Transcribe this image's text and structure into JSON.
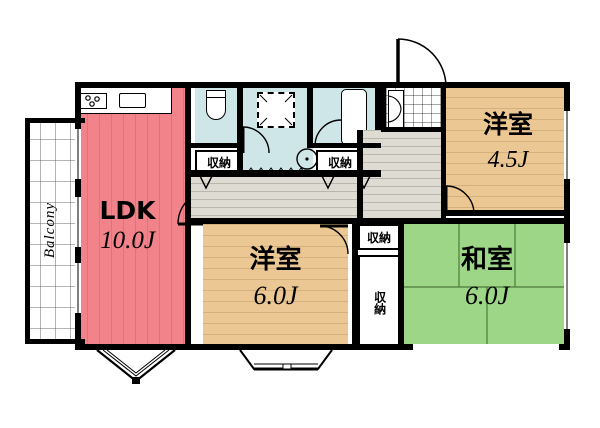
{
  "plan": {
    "type": "floor-plan",
    "layout_code": "3LDK",
    "rooms": [
      {
        "id": "ldk",
        "name": "LDK",
        "area": "10.0J",
        "floor": "flooring",
        "color": "#F2838A"
      },
      {
        "id": "youshitsu_west",
        "name": "洋室",
        "area": "6.0J",
        "floor": "flooring",
        "color": "#EBC893"
      },
      {
        "id": "youshitsu_ne",
        "name": "洋室",
        "area": "4.5J",
        "floor": "flooring",
        "color": "#EBC893"
      },
      {
        "id": "washitsu",
        "name": "和室",
        "area": "6.0J",
        "floor": "tatami",
        "color": "#9DD687"
      }
    ],
    "closets": [
      {
        "id": "closet-toilet",
        "label": "収納",
        "orientation": "horizontal"
      },
      {
        "id": "closet-bath",
        "label": "収納",
        "orientation": "horizontal"
      },
      {
        "id": "closet-hall",
        "label": "収納",
        "orientation": "horizontal"
      },
      {
        "id": "closet-corridor",
        "label": "収納",
        "orientation": "vertical"
      }
    ],
    "balcony": {
      "label": "Balcony"
    },
    "fixtures": [
      {
        "id": "stove",
        "name": "gas-stove-3-burner"
      },
      {
        "id": "sink",
        "name": "kitchen-sink"
      },
      {
        "id": "toilet",
        "name": "toilet"
      },
      {
        "id": "bathtub",
        "name": "bathtub"
      },
      {
        "id": "washer-space",
        "name": "washing-machine-space"
      },
      {
        "id": "vanity",
        "name": "wash-basin"
      },
      {
        "id": "genkan",
        "name": "entrance-tile"
      },
      {
        "id": "entry-door",
        "name": "entrance-door"
      },
      {
        "id": "shoe-box",
        "name": "shoe-cabinet"
      }
    ],
    "windows": [
      {
        "id": "bay-window-ldk",
        "name": "bay-window"
      },
      {
        "id": "bay-window-bedroom",
        "name": "bay-window"
      }
    ],
    "colors": {
      "ldk": "#F2838A",
      "flooring": "#EBC893",
      "tatami": "#9DD687",
      "water_area": "#CFE6E8",
      "corridor": "#DEDCD2",
      "wall": "#000000",
      "background": "#FFFFFF"
    }
  }
}
